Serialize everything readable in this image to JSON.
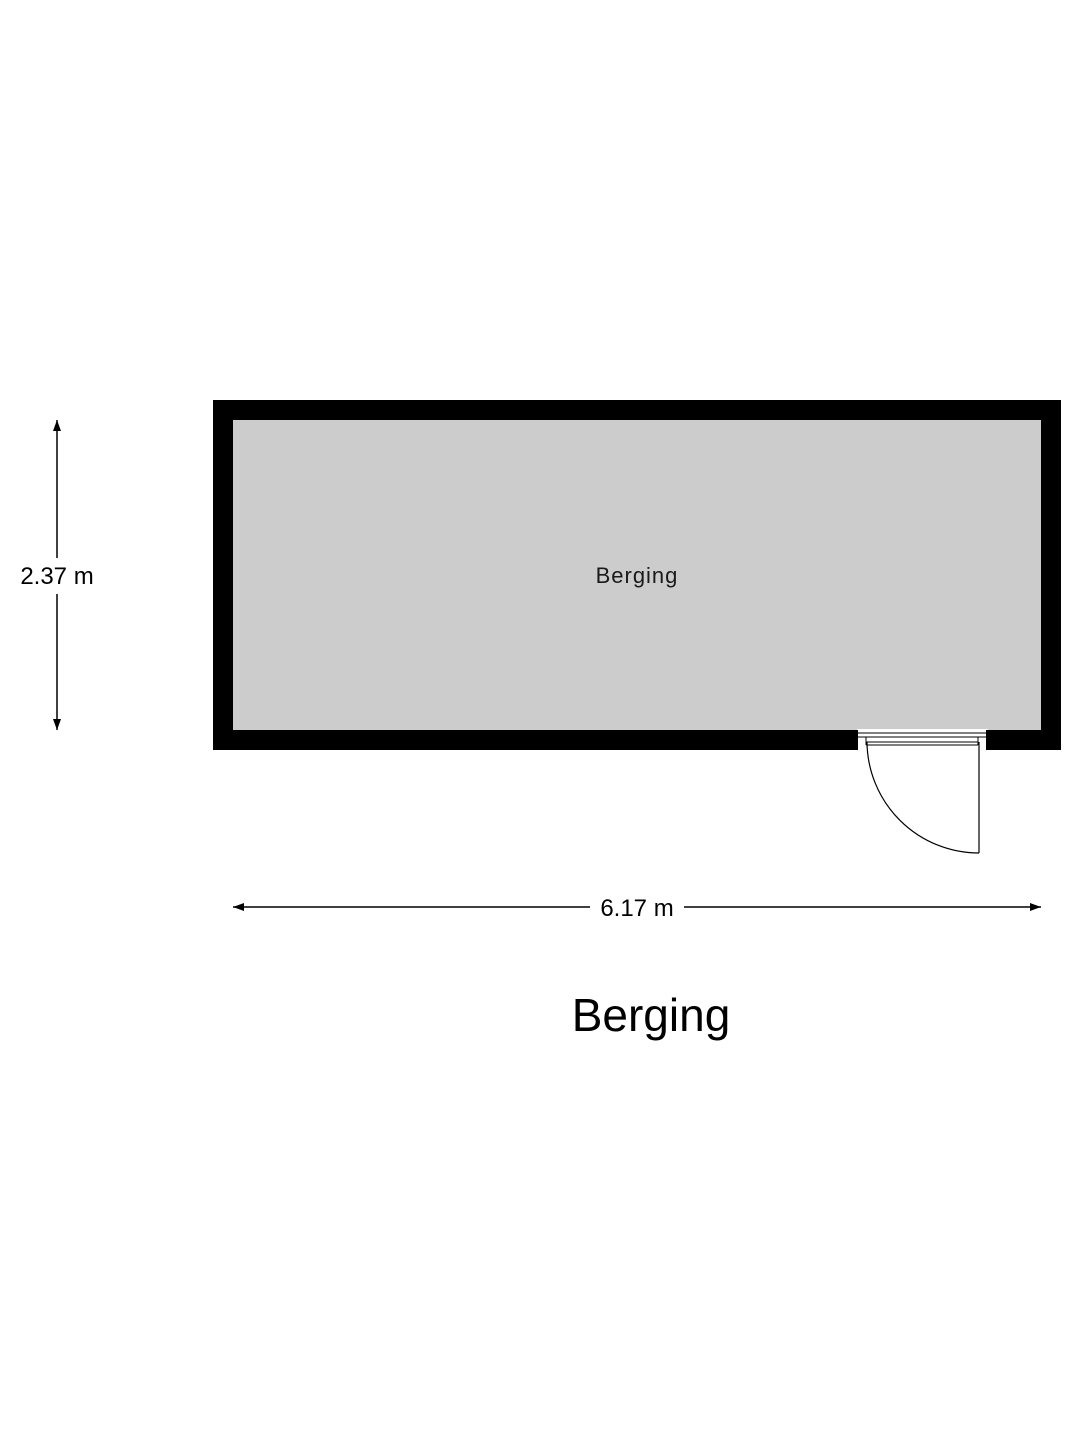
{
  "plan": {
    "title": "Berging",
    "colors": {
      "wall": "#000000",
      "floor": "#cccccc",
      "background": "#ffffff",
      "line": "#000000"
    },
    "rooms": [
      {
        "label": "Berging"
      }
    ],
    "dimensions": {
      "height_label": "2.37 m",
      "width_label": "6.17 m"
    },
    "icons": {
      "door": "door-swing-icon",
      "arrow": "arrowhead-icon"
    }
  }
}
